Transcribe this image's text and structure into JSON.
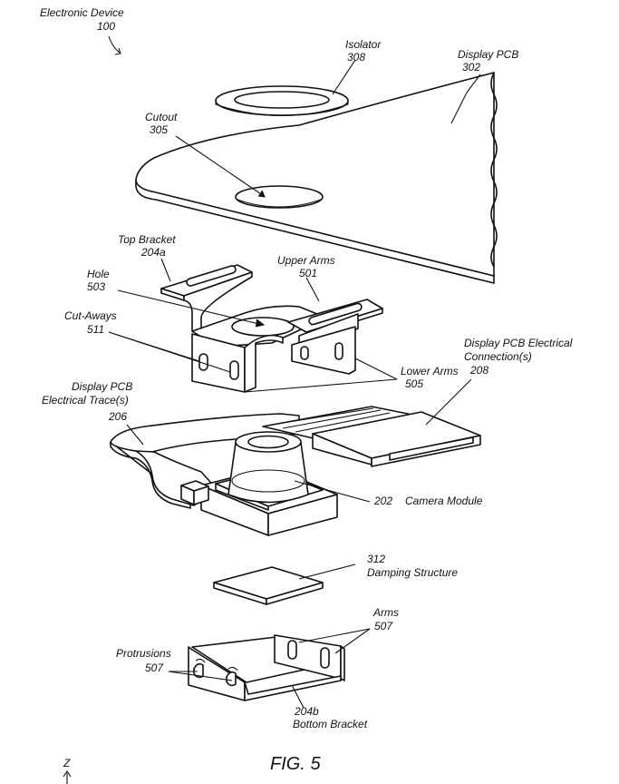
{
  "figure": {
    "caption": "FIG. 5",
    "axis_label": "Z",
    "labels": {
      "device_name": "Electronic Device",
      "device_num": "100",
      "isolator_name": "Isolator",
      "isolator_num": "308",
      "display_pcb_name": "Display PCB",
      "display_pcb_num": "302",
      "cutout_name": "Cutout",
      "cutout_num": "305",
      "top_bracket_name": "Top Bracket",
      "top_bracket_num": "204a",
      "upper_arms_name": "Upper Arms",
      "upper_arms_num": "501",
      "hole_name": "Hole",
      "hole_num": "503",
      "cutaways_name": "Cut-Aways",
      "cutaways_num": "511",
      "conn_name_1": "Display PCB Electrical",
      "conn_name_2": "Connection(s)",
      "conn_num": "208",
      "lower_arms_name": "Lower Arms",
      "lower_arms_num": "505",
      "trace_name_1": "Display PCB",
      "trace_name_2": "Electrical Trace(s)",
      "trace_num": "206",
      "camera_num": "202",
      "camera_name": "Camera Module",
      "damping_num": "312",
      "damping_name": "Damping Structure",
      "arms_name": "Arms",
      "arms_num": "507",
      "protrusions_name": "Protrusions",
      "protrusions_num": "507",
      "bottom_bracket_num": "204b",
      "bottom_bracket_name": "Bottom Bracket"
    }
  }
}
